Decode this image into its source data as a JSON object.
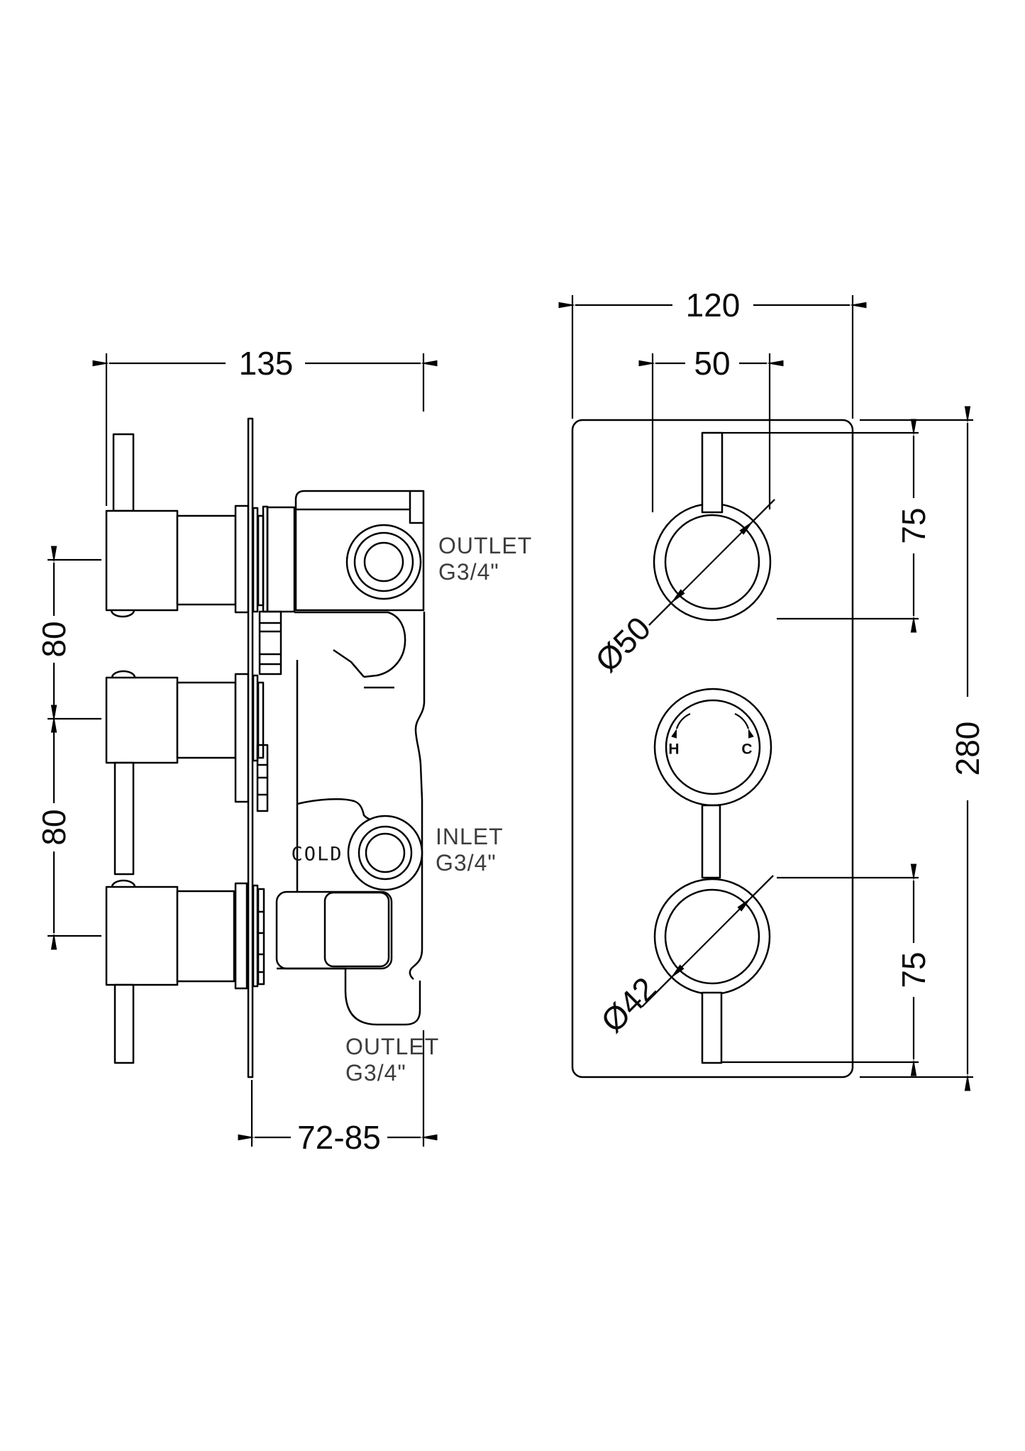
{
  "side_view": {
    "width_dim": "135",
    "row_gap_top": "80",
    "row_gap_bottom": "80",
    "depth_range": "72-85",
    "outlet_top": {
      "line1": "OUTLET",
      "line2": "G3/4\""
    },
    "inlet": {
      "line1": "INLET",
      "line2": "G3/4\""
    },
    "outlet_bottom": {
      "line1": "OUTLET",
      "line2": "G3/4\""
    },
    "engraving": "COLD"
  },
  "front_view": {
    "width_dim": "120",
    "handle_dia_dim": "50",
    "top_offset_dim": "75",
    "height_dim": "280",
    "bottom_offset_dim": "75",
    "top_knob_dia": "Ø50",
    "bottom_knob_dia": "Ø42",
    "hot": "H",
    "cold": "C"
  },
  "colors": {
    "line": "#000000",
    "label": "#3d3d3d",
    "background": "#ffffff"
  }
}
